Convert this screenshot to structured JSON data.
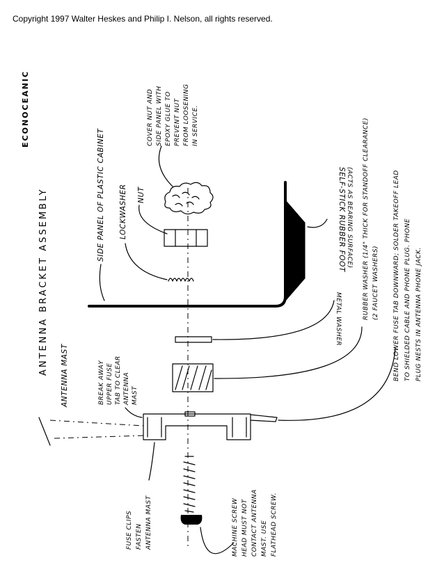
{
  "copyright": "Copyright 1997 Walter Heskes and Philip I. Nelson, all rights reserved.",
  "title": "ANTENNA BRACKET ASSEMBLY",
  "brand": "ECONOCEANIC",
  "labels": {
    "cover_nut": [
      "COVER NUT AND",
      "SIDE PANEL WITH",
      "EPOXY GLUE TO",
      "PREVENT NUT",
      "FROM LOOSENING",
      "IN SERVICE."
    ],
    "nut": "NUT",
    "lockwasher": "LOCKWASHER",
    "side_panel": "SIDE PANEL OF PLASTIC CABINET",
    "antenna_mast": "ANTENNA MAST",
    "break_away": [
      "BREAK AWAY",
      "UPPER FUSE",
      "TAB TO CLEAR",
      "ANTENNA",
      "MAST"
    ],
    "self_stick": "SELF-STICK RUBBER FOOT",
    "metal_washer": [
      "METAL WASHER",
      "(ACTS AS BEARING SURFACE)"
    ],
    "rubber_washer": [
      "RUBBER WASHER (1/4\" THICK FOR STANDOFF CLEARANCE)",
      "(2 FAUCET WASHERS)"
    ],
    "bend_lower": [
      "BEND LOWER FUSE TAB DOWNWARD; SOLDER TAKEOFF LEAD",
      "TO SHIELDED CABLE AND PHONE PLUG. PHONE",
      "PLUG NESTS IN ANTENNA PHONE JACK."
    ],
    "fuse_clips": [
      "FUSE CLIPS",
      "FASTEN",
      "ANTENNA MAST"
    ],
    "machine_screw": [
      "MACHINE SCREW",
      "HEAD MUST NOT",
      "CONTACT ANTENNA",
      "MAST. USE",
      "FLATHEAD SCREW."
    ]
  }
}
